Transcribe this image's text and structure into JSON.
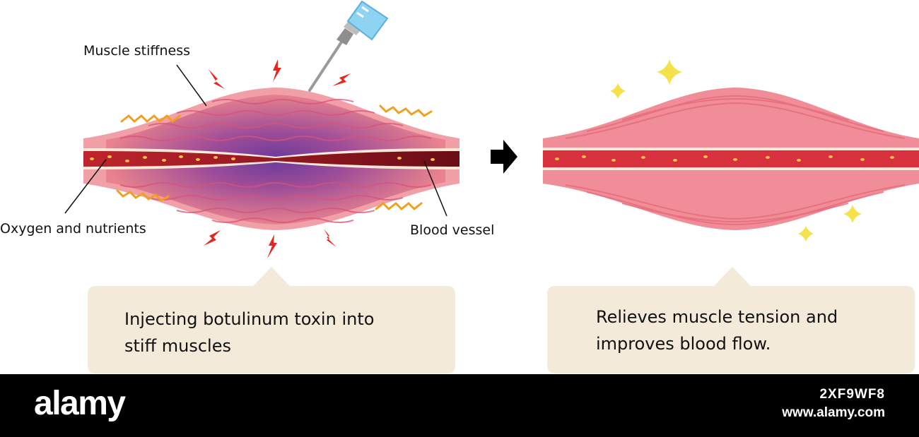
{
  "labels": {
    "muscle_stiffness": "Muscle stiffness",
    "oxygen_nutrients": "Oxygen and nutrients",
    "blood_vessel": "Blood vessel"
  },
  "captions": {
    "left_line1": "Injecting botulinum toxin into",
    "left_line2": "stiff muscles",
    "right_line1": "Relieves muscle tension and",
    "right_line2": "improves blood flow."
  },
  "footer": {
    "brand": "alamy",
    "image_id": "2XF9WF8",
    "site": "www.alamy.com"
  },
  "icons": [
    "syringe-icon",
    "lightning-icon",
    "wavy-line-icon",
    "sparkle-icon",
    "arrow-right-icon"
  ],
  "colors": {
    "muscle_pink": "#f08d98",
    "stiff_purple": "#7a3f9a",
    "vessel_red": "#8c1420",
    "nutrient_yellow": "#f2c24b",
    "lightning_red": "#e8261e",
    "wave_orange": "#f0a020",
    "sparkle_yellow": "#f5e24a",
    "bubble_beige": "#f3ead9"
  }
}
